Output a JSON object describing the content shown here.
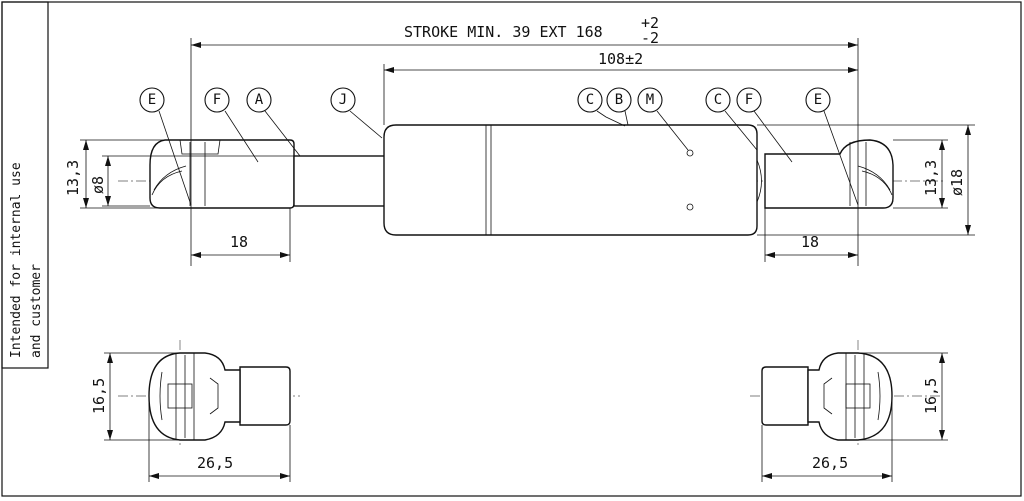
{
  "side_note": {
    "line1": "Intended for internal use",
    "line2": "and customer"
  },
  "dimensions": {
    "stroke_label": "STROKE MIN. 39 EXT 168",
    "stroke_tol_plus": "+2",
    "stroke_tol_minus": "-2",
    "body_length": "108±2",
    "left_end_height": "13,3",
    "left_rod_diameter": "ø8",
    "right_end_height": "13,3",
    "right_body_diameter": "ø18",
    "left_end_length": "18",
    "right_end_length": "18",
    "bottom_left_height": "16,5",
    "bottom_left_width": "26,5",
    "bottom_right_height": "16,5",
    "bottom_right_width": "26,5"
  },
  "callouts": {
    "left_e": "E",
    "left_f": "F",
    "left_a": "A",
    "j": "J",
    "c1": "C",
    "b": "B",
    "m": "M",
    "c2": "C",
    "right_f": "F",
    "right_e": "E"
  }
}
